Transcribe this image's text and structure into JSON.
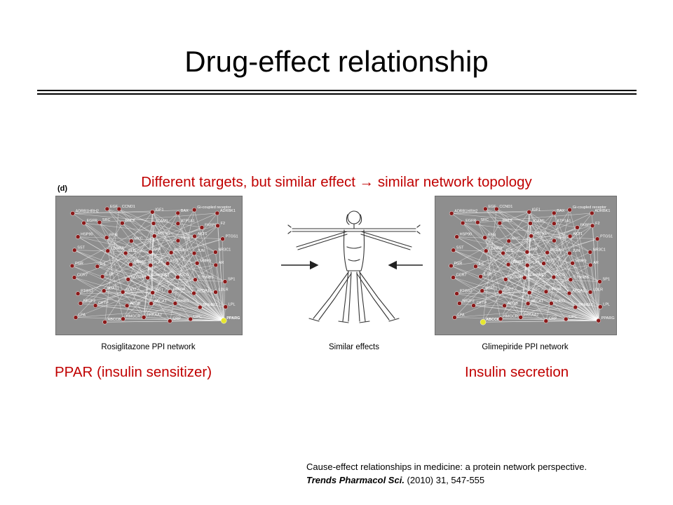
{
  "slide": {
    "title": "Drug-effect relationship",
    "panel_label": "(d)",
    "headline": "Different targets, but similar effect → similar network topology",
    "left_caption": "Rosiglitazone PPI network",
    "center_caption": "Similar effects",
    "right_caption": "Glimepiride  PPI network",
    "left_effect": "PPAR (insulin sensitizer)",
    "right_effect": "Insulin secretion",
    "citation": {
      "line1": "Cause-effect relationships in medicine: a protein network perspective.",
      "journal": "Trends Pharmacol Sci.",
      "details": " (2010) 31, 547-555"
    }
  },
  "network": {
    "nodes": [
      "ADRB1HRH2",
      "EGF",
      "CCND1",
      "IGF1",
      "BAX",
      "Gi-coupled receptor",
      "ADRBK1",
      "EGFR",
      "SRC",
      "BCL2",
      "ICAM1",
      "ATP1A1",
      "FKBP52",
      "F2",
      "HSP90",
      "REN",
      "MYC",
      "AGTR1",
      "TP53",
      "AKT1",
      "PTGS1",
      "SST",
      "EDNRA",
      "PLG",
      "APP",
      "RXRA",
      "JUN",
      "NR3C1",
      "PGR",
      "IL6",
      "NR0B1",
      "PLAT",
      "FOS",
      "MMP9",
      "AR",
      "CCR7",
      "IL1B",
      "NOS2A",
      "SERPINE1",
      "GCG",
      "CTNNB1",
      "SP1",
      "PTGS2",
      "SOAT1",
      "SOD2",
      "GPT",
      "PPARA",
      "APOA1",
      "LDLR",
      "NR2F2",
      "CETP",
      "APOB",
      "ABCA1",
      "SHBG",
      "SREBF1",
      "LPL",
      "LPA",
      "ABCC8",
      "HMGCR",
      "PRKAA2",
      "CRP",
      "LIPC",
      "PPARG"
    ],
    "highlight_left": "PPARG",
    "highlight_right": "ABCC8",
    "colors": {
      "background": "#8e8e8e",
      "edge": "#ffffff",
      "node": "#8b1a1a",
      "highlight_left": "#e6e62e",
      "highlight_right": "#e6e62e",
      "accent_red": "#c00000"
    }
  }
}
